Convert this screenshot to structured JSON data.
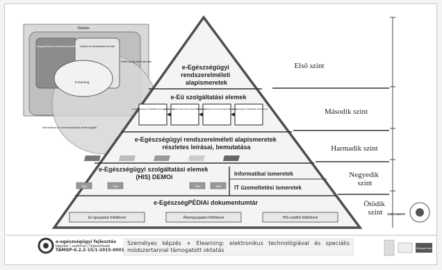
{
  "venn": {
    "outer_label": "Oktatás",
    "a_label": "Hagyományos intézményi formák",
    "b_label": "Nyitott és távoktatási formák",
    "c_label": "Élethosszig tartó tanulás",
    "elearning_label": "E-learning",
    "d_label": "Információs és kommunikációs technológiák"
  },
  "pyramid": {
    "level1_title": "e-Egészségügyi rendszerelméleti alapismeretek",
    "level2_title": "e-Eü szolgáltatási elemek",
    "level2_boxes": [
      "e-Egészségügyi szolgáltatás támogató elemek",
      "e-Egészségügyi ellenőrzés folyamatai elemek",
      "e-Egészségügyi ismeret feldolgozási elemek",
      "e-Egészségügyi szolgáltatás lehetőségei"
    ],
    "level3_title": "e-Egészségügyi rendszerelméleti alapismeretek részletes leírásai, bemutatása",
    "level4_title": "e-Egészségügyi szolgáltatási elemek (HIS) DEMOi",
    "level4_right_a": "Informatikai ismeretek",
    "level4_right_b": "IT üzemeltetési ismeretek",
    "level4_tags": [
      "TBH",
      "TBH",
      "TBH",
      "TBH"
    ],
    "level5_title": "e-EgészségPÉDIAi dokumentumtár",
    "level5_boxes": [
      "Eü-igazgatási feltöltések",
      "Államigazgatási feltöltések",
      "HIS-szállítói feltöltések"
    ]
  },
  "levels": {
    "l1": "Első szint",
    "l2": "Második szint",
    "l3": "Harmadik szint",
    "l4": "Negyedik szint",
    "l5": "Ötödik szint"
  },
  "footer": {
    "logo_title": "e-egészségügyi fejlesztés",
    "logo_line2": "képzési | szakmai | fejlesztések",
    "logo_line3": "TÁMOP-6.2.2-15/1-2015-0001",
    "text": "Személyes képzés + Elearning: elektronikus technológiával és speciális módszertannal támogatott oktatás",
    "szechenyi": "SZÉCHENYI",
    "eu_label": "Európai Unió",
    "colors": {
      "accent": "#3a3a3a"
    }
  }
}
